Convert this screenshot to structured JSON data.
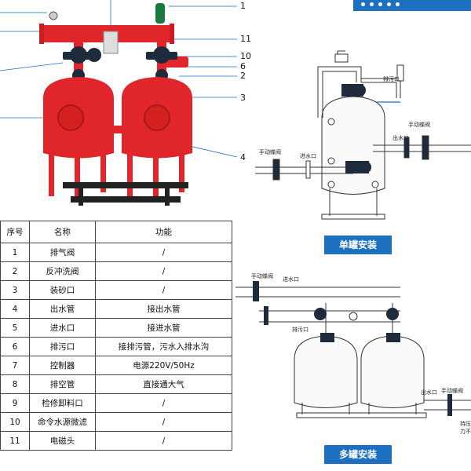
{
  "header": {
    "accent": "#1d6fc0"
  },
  "callouts": [
    "1",
    "11",
    "10",
    "6",
    "2",
    "3",
    "4"
  ],
  "table": {
    "headers": [
      "序号",
      "名称",
      "功能"
    ],
    "rows": [
      [
        "1",
        "排气阀",
        "/"
      ],
      [
        "2",
        "反冲洗阀",
        "/"
      ],
      [
        "3",
        "装砂口",
        "/"
      ],
      [
        "4",
        "出水管",
        "接出水管"
      ],
      [
        "5",
        "进水口",
        "接进水管"
      ],
      [
        "6",
        "排污口",
        "接排污管，污水入排水沟"
      ],
      [
        "7",
        "控制器",
        "电源220V/50Hz"
      ],
      [
        "8",
        "排空管",
        "直接通大气"
      ],
      [
        "9",
        "检修卸料口",
        "/"
      ],
      [
        "10",
        "命令水源微滤",
        "/"
      ],
      [
        "11",
        "电磁头",
        "/"
      ]
    ]
  },
  "single": {
    "caption": "单罐安装",
    "labels": {
      "drain": "排污口",
      "valve_r": "手动蝶阀",
      "outlet": "出水口",
      "valve_l": "手动蝶阀",
      "inlet": "进水口"
    }
  },
  "multi": {
    "caption": "多罐安装",
    "labels": {
      "valve": "手动蝶阀",
      "inlet": "进水口",
      "drain": "排污口",
      "outlet": "出水口",
      "valve_r": "手动蝶阀",
      "note1": "持压",
      "note2": "力不"
    }
  },
  "colors": {
    "tank": "#e0262a",
    "valve": "#1e2b3c",
    "line": "#333333",
    "caption": "#1d6fc0"
  }
}
